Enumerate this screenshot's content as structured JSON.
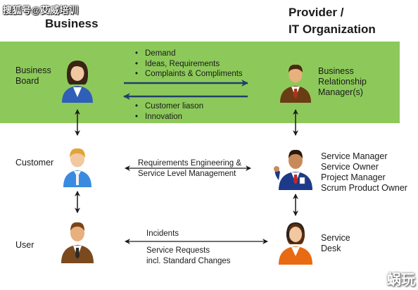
{
  "watermark": "搜狐号@艾威培训",
  "corner_mark": "蜗玩",
  "headers": {
    "business": "Business",
    "provider_line1": "Provider /",
    "provider_line2": "IT Organization"
  },
  "left_roles": {
    "business_board": [
      "Business",
      "Board"
    ],
    "customer": "Customer",
    "user": "User"
  },
  "right_roles": {
    "brm": [
      "Business",
      "Relationship",
      "Manager(s)"
    ],
    "service_roles": [
      "Service Manager",
      "Service Owner",
      "Project Manager",
      "Scrum Product Owner"
    ],
    "service_desk": [
      "Service",
      "Desk"
    ]
  },
  "flows": {
    "to_provider": [
      "Demand",
      "Ideas, Requirements",
      "Complaints & Compliments"
    ],
    "to_business": [
      "Customer liason",
      "Innovation"
    ],
    "customer_link": [
      "Requirements Engineering &",
      "Service Level Management"
    ],
    "user_link_top": "Incidents",
    "user_link_bottom": [
      "Service Requests",
      "incl. Standard Changes"
    ]
  },
  "colors": {
    "band": "#8dc95a",
    "arrow": "#1f3f6b",
    "female_shirt": "#2f5fb8",
    "customer_shirt": "#3a8be0",
    "suit_brown": "#7a4a1e",
    "suit_blue": "#1d3a8a",
    "desk_orange": "#e86a12"
  }
}
